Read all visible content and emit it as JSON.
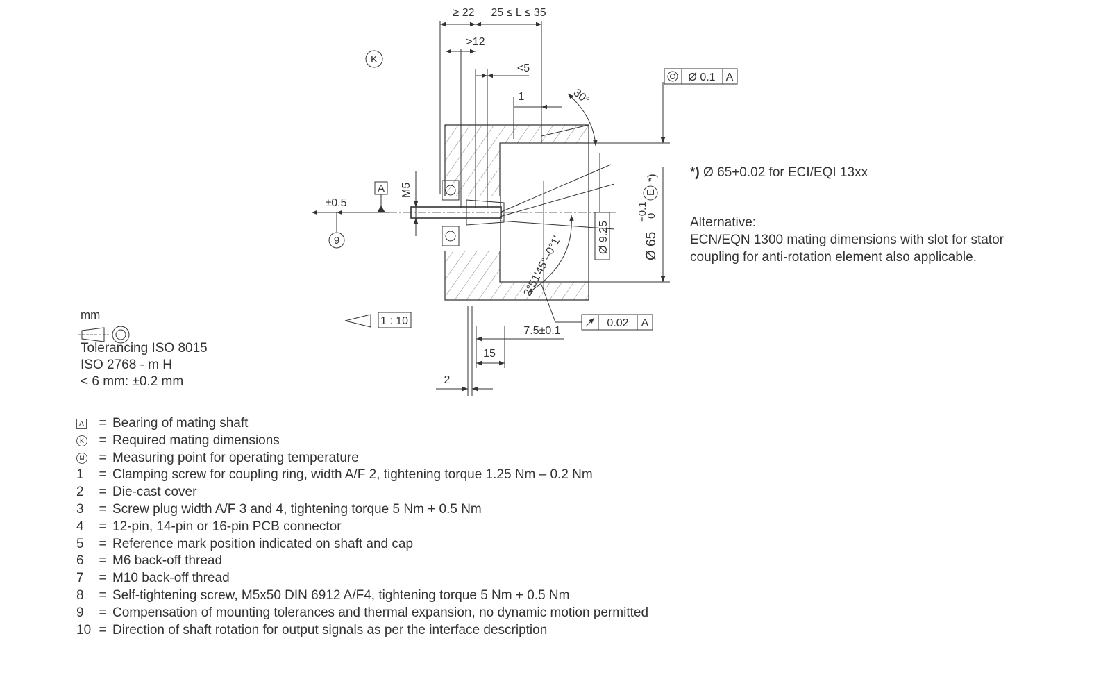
{
  "drawing": {
    "circle_k": "K",
    "dims": {
      "ge22": "≥ 22",
      "range_l": "25 ≤ L ≤ 35",
      "gt12": ">12",
      "lt5": "<5",
      "one": "1",
      "angle30": "30°",
      "m5": "M5",
      "datum_a": "A",
      "pm05": "±0.5",
      "nine": "9",
      "d925": "Ø 9.25",
      "d65": "Ø 65",
      "d65_tol_upper": "+0.1",
      "d65_tol_lower": "0",
      "d65_e": "E",
      "d65_star": "*)",
      "taper_angle": "2°51'45\"–0°1'",
      "scale": "1 : 10",
      "d75": "7.5±0.1",
      "d15": "15",
      "d2": "2"
    },
    "fcf_concentric": {
      "tol": "Ø 0.1",
      "datum": "A"
    },
    "fcf_runout": {
      "tol": "0.02",
      "datum": "A"
    }
  },
  "notes": {
    "star_note_marker": "*)",
    "star_note": "Ø 65+0.02 for ECI/EQI 13xx",
    "alt_title": "Alternative:",
    "alt_line1": "ECN/EQN 1300 mating dimensions with slot for stator",
    "alt_line2": "coupling for anti-rotation element also applicable."
  },
  "tolerancing": {
    "unit": "mm",
    "line1": "Tolerancing ISO 8015",
    "line2": "ISO 2768 - m H",
    "line3": "< 6 mm: ±0.2 mm"
  },
  "legend": [
    {
      "key": "A",
      "key_style": "box",
      "text": "Bearing of mating shaft"
    },
    {
      "key": "K",
      "key_style": "circle",
      "text": "Required mating dimensions"
    },
    {
      "key": "M",
      "key_style": "circle",
      "text": "Measuring point for operating temperature"
    },
    {
      "key": "1",
      "key_style": "plain",
      "text": "Clamping screw for coupling ring, width A/F 2, tightening torque 1.25 Nm – 0.2 Nm"
    },
    {
      "key": "2",
      "key_style": "plain",
      "text": "Die-cast cover"
    },
    {
      "key": "3",
      "key_style": "plain",
      "text": "Screw plug width A/F 3 and 4, tightening torque 5 Nm + 0.5 Nm"
    },
    {
      "key": "4",
      "key_style": "plain",
      "text": "12-pin, 14-pin or 16-pin PCB connector"
    },
    {
      "key": "5",
      "key_style": "plain",
      "text": "Reference mark position indicated on shaft and cap"
    },
    {
      "key": "6",
      "key_style": "plain",
      "text": "M6 back-off thread"
    },
    {
      "key": "7",
      "key_style": "plain",
      "text": "M10 back-off thread"
    },
    {
      "key": "8",
      "key_style": "plain",
      "text": "Self-tightening screw, M5x50 DIN 6912 A/F4, tightening torque 5 Nm + 0.5 Nm"
    },
    {
      "key": "9",
      "key_style": "plain",
      "text": "Compensation of mounting tolerances and thermal expansion, no dynamic motion permitted"
    },
    {
      "key": "10",
      "key_style": "plain",
      "text": "Direction of shaft rotation for output signals as per the interface description"
    }
  ]
}
